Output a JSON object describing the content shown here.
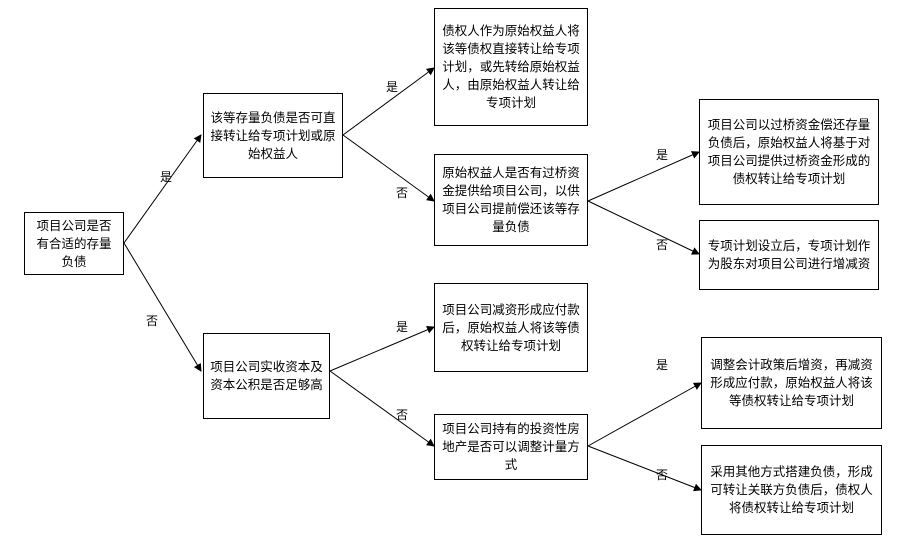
{
  "nodes": {
    "root": "项目公司是否有合适的存量负债",
    "q_direct_transfer": "该等存量负债是否可直接转让给专项计划或原始权益人",
    "q_capital": "项目公司实收资本及资本公积是否足够高",
    "a_direct": "债权人作为原始权益人将该等债权直接转让给专项计划，或先转给原始权益人，由原始权益人转让给专项计划",
    "q_bridge": "原始权益人是否有过桥资金提供给项目公司，以供项目公司提前偿还该等存量负债",
    "a_bridge_yes": "项目公司以过桥资金偿还存量负债后，原始权益人将基于对项目公司提供过桥资金形成的债权转让给专项计划",
    "a_bridge_no": "专项计划设立后，专项计划作为股东对项目公司进行增减资",
    "a_capital_yes": "项目公司减资形成应付款后，原始权益人将该等债权转让给专项计划",
    "q_property": "项目公司持有的投资性房地产是否可以调整计量方式",
    "a_property_yes": "调整会计政策后增资，再减资形成应付款，原始权益人将该等债权转让给专项计划",
    "a_property_no": "采用其他方式搭建负债，形成可转让关联方负债后，债权人将债权转让给专项计划"
  },
  "edge_labels": {
    "yes": "是",
    "no": "否"
  }
}
